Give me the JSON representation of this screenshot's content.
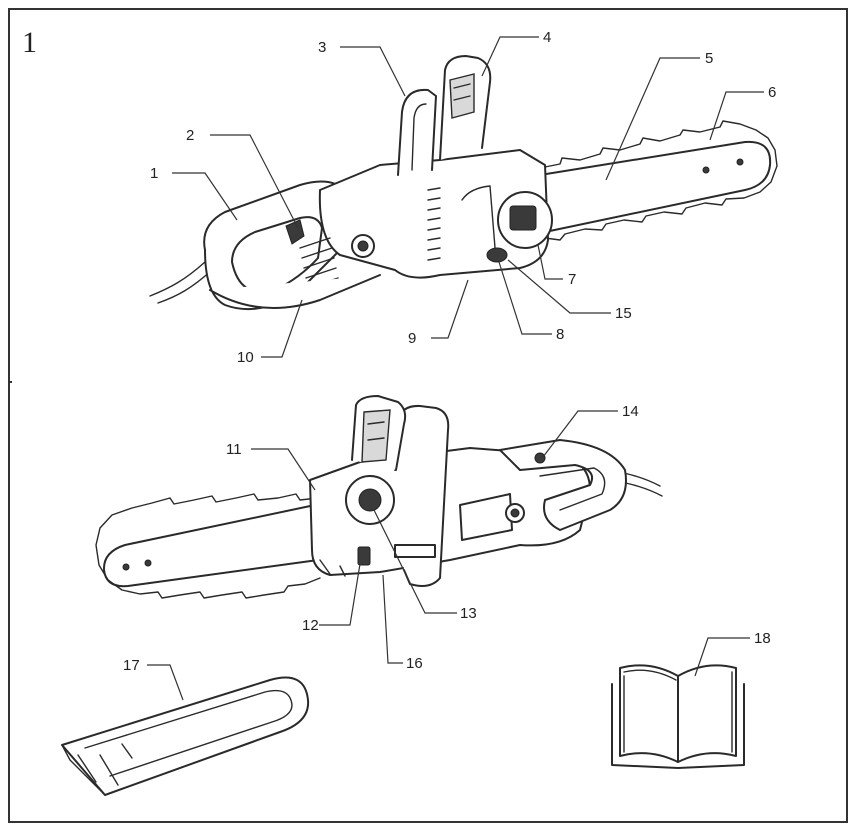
{
  "figure_number": "1",
  "callouts": [
    "1",
    "2",
    "3",
    "4",
    "5",
    "6",
    "7",
    "8",
    "9",
    "10",
    "11",
    "12",
    "13",
    "14",
    "15",
    "16",
    "17",
    "18"
  ]
}
